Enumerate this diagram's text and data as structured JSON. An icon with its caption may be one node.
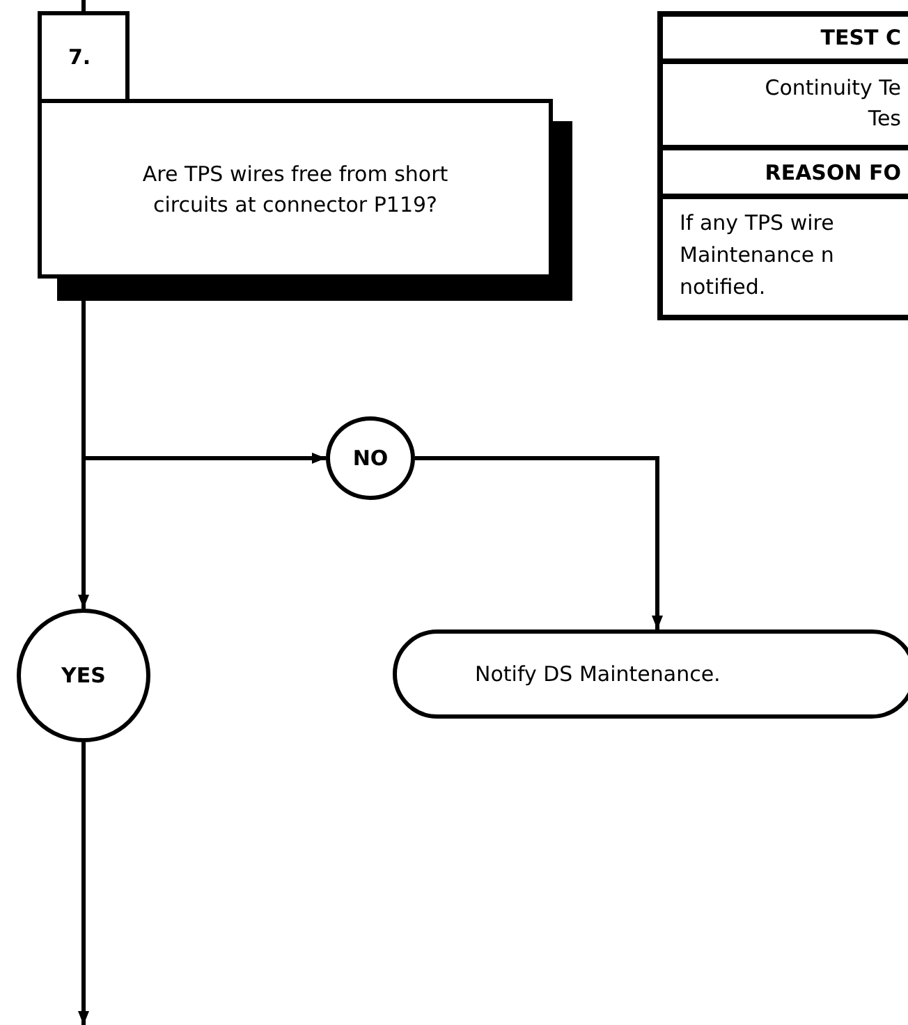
{
  "diagram": {
    "nodes": [
      {
        "text": [
          "7.",
          "Are TPS wires free from short circuits at connector P119?"
        ]
      },
      {
        "text": [
          "TEST C",
          "Continuity Te",
          "Tes",
          "REASON FO",
          "If any TPS wire",
          "Maintenance n",
          "notified."
        ]
      },
      {
        "text": [
          "NO"
        ]
      },
      {
        "text": [
          "YES"
        ]
      },
      {
        "text": [
          "Notify DS Maintenance."
        ]
      }
    ],
    "edges": [
      {
        "from": null,
        "to": 0,
        "arrow": "none"
      },
      {
        "from": 0,
        "to": 3,
        "arrow": "to"
      },
      {
        "from": 0,
        "to": 2,
        "arrow": "to"
      },
      {
        "from": 2,
        "to": 4,
        "arrow": "to"
      },
      {
        "from": 3,
        "to": null,
        "arrow": "to"
      }
    ]
  }
}
